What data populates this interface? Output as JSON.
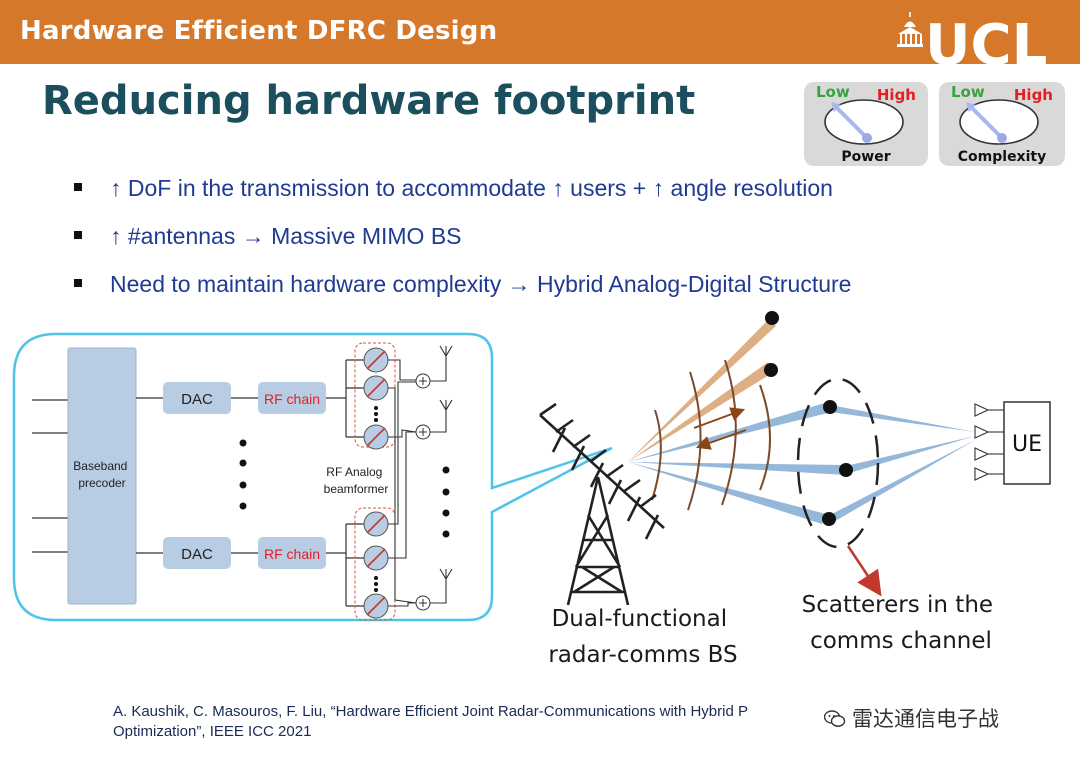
{
  "header": {
    "title": "Hardware Efficient DFRC Design",
    "logo_text": "UCL",
    "bar_color": "#d6782a"
  },
  "slide_title": "Reducing hardware footprint",
  "gauges": [
    {
      "low": "Low",
      "high": "High",
      "caption": "Power"
    },
    {
      "low": "Low",
      "high": "High",
      "caption": "Complexity"
    }
  ],
  "bullets": [
    "↑ DoF in the transmission to accommodate ↑ users + ↑ angle resolution",
    "↑ #antennas → Massive MIMO BS",
    "Need to maintain hardware complexity → Hybrid Analog-Digital Structure"
  ],
  "diagram": {
    "baseband_label": "Baseband\nprecoder",
    "dac_label": "DAC",
    "rf_chain_label": "RF chain",
    "rf_analog_label": "RF Analog\nbeamformer",
    "ue_label": "UE",
    "bs_caption": "Dual-functional\nradar-comms BS",
    "scatterer_caption": "Scatterers in the\ncomms channel"
  },
  "citation": {
    "line1": "A. Kaushik, C. Masouros, F. Liu, “Hardware Efficient Joint Radar-Communications with Hybrid P",
    "line2": "Optimization”, IEEE ICC 2021"
  },
  "watermark": "雷达通信电子战",
  "colors": {
    "title": "#1b4f5e",
    "bullet_text": "#1f3a93",
    "callout_border": "#4fc3e8",
    "block_fill": "#b8cce4",
    "beam_blue": "#8fb4d9",
    "beam_orange": "#dba777",
    "arrow_red": "#c0392b"
  }
}
